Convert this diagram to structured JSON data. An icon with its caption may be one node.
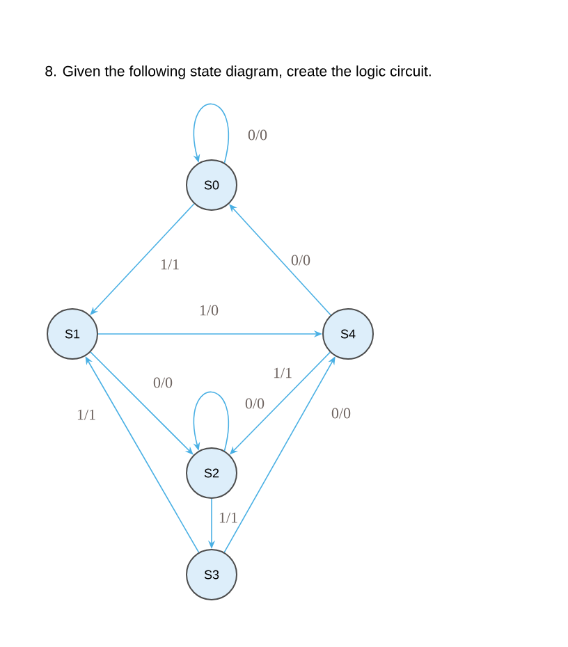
{
  "diagram": {
    "title": "8. Given the following state diagram, create the logic circuit.",
    "nodes": [
      {
        "text": [
          "S0"
        ]
      },
      {
        "text": [
          "S1"
        ]
      },
      {
        "text": [
          "S4"
        ]
      },
      {
        "text": [
          "S2"
        ]
      },
      {
        "text": [
          "S3"
        ]
      }
    ],
    "edges": [
      {
        "from": 0,
        "to": 0,
        "arrow": "to",
        "label": "0/0"
      },
      {
        "from": 0,
        "to": 1,
        "arrow": "to",
        "label": "1/1"
      },
      {
        "from": 2,
        "to": 0,
        "arrow": "to",
        "label": "0/0"
      },
      {
        "from": 1,
        "to": 2,
        "arrow": "to",
        "label": "1/0"
      },
      {
        "from": 1,
        "to": 3,
        "arrow": "to",
        "label": "0/0"
      },
      {
        "from": 3,
        "to": 3,
        "arrow": "to",
        "label": "0/0"
      },
      {
        "from": 2,
        "to": 3,
        "arrow": "to",
        "label": "1/1"
      },
      {
        "from": 4,
        "to": 1,
        "arrow": "to",
        "label": "1/1"
      },
      {
        "from": 4,
        "to": 2,
        "arrow": "to",
        "label": "0/0"
      },
      {
        "from": 3,
        "to": 4,
        "arrow": "to",
        "label": "1/1"
      }
    ]
  }
}
